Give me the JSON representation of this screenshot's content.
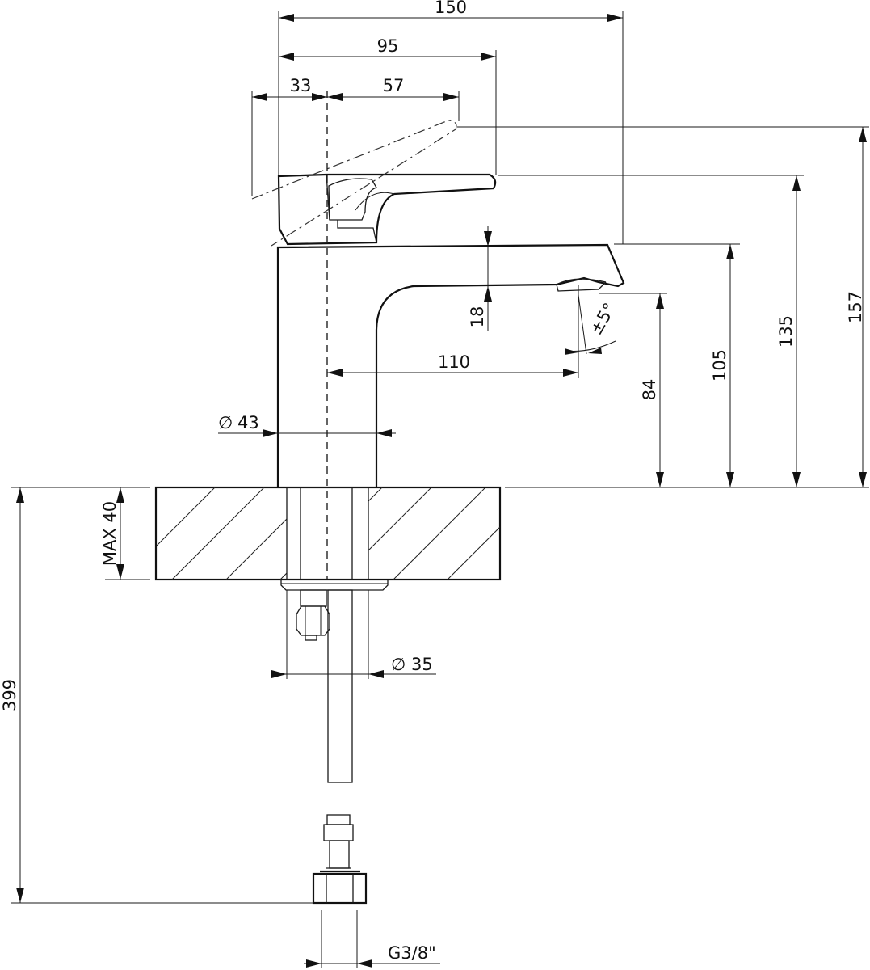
{
  "dimensions": {
    "overall_reach": "150",
    "lever_reach": "95",
    "lever_rear": "33",
    "lever_front": "57",
    "height_lever_raised": "157",
    "height_lever_top": "135",
    "height_spout_top": "105",
    "height_outlet": "84",
    "spout_thickness": "18",
    "spout_projection": "110",
    "tilt_angle": "±5°",
    "body_diameter": "43",
    "shank_diameter": "35",
    "deck_thickness": "MAX 40",
    "total_depth": "399",
    "thread_size": "G3/8\""
  },
  "symbols": {
    "diameter": "∅"
  }
}
